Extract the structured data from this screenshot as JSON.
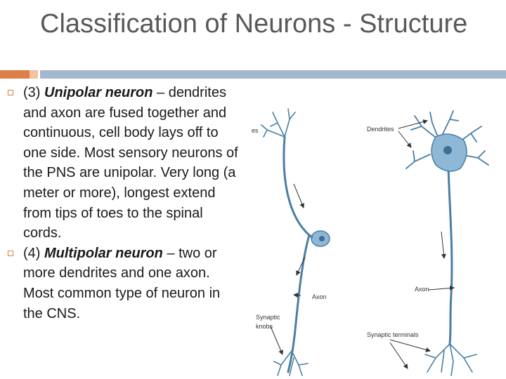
{
  "slide": {
    "title": "Classification of Neurons - Structure"
  },
  "bullets": [
    {
      "prefix": "(3) ",
      "term": "Unipolar neuron",
      "text": " – dendrites and axon are fused together and continuous, cell body lays off to one side.  Most sensory neurons of the PNS are unipolar.  Very long (a meter or more), longest extend from tips of toes to the spinal cords."
    },
    {
      "prefix": "(4) ",
      "term": "Multipolar neuron",
      "text": " – two or more dendrites and one axon.  Most common type of neuron in the CNS."
    }
  ],
  "figure": {
    "labels": {
      "dendrites_cut": "es",
      "dendrites": "Dendrites",
      "axon_left": "Axon",
      "axon_right": "Axon",
      "synaptic_knobs_1": "Synaptic",
      "synaptic_knobs_2": "knobs",
      "synaptic_terminals": "Synaptic terminals"
    },
    "colors": {
      "neuron_fill": "#8fb8d6",
      "neuron_stroke": "#4a7fa5",
      "nucleus": "#3d6f99",
      "arrow": "#333333"
    }
  }
}
